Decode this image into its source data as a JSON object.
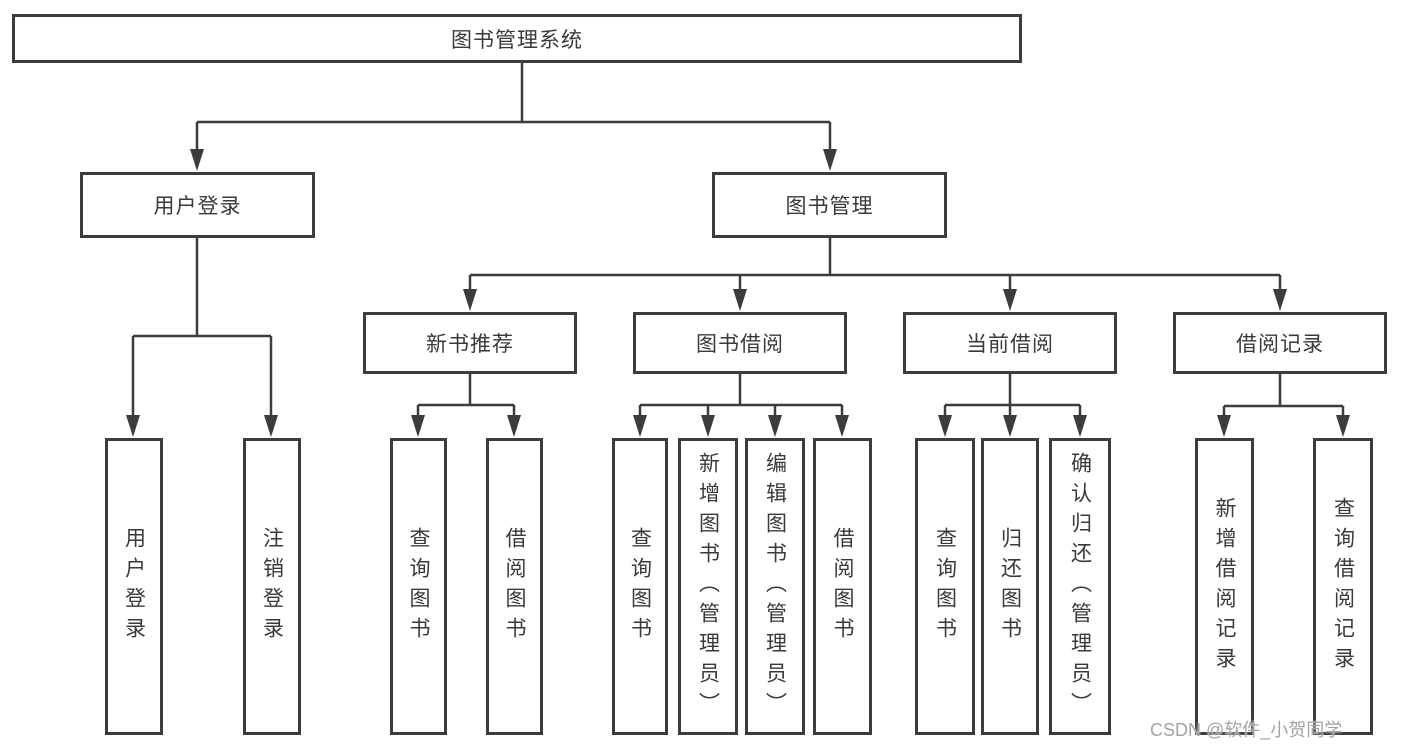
{
  "diagram": {
    "root": "图书管理系统",
    "level2": {
      "user_login": "用户登录",
      "book_management": "图书管理"
    },
    "level3": {
      "new_book_recommend": "新书推荐",
      "book_borrow": "图书借阅",
      "current_borrow": "当前借阅",
      "borrow_records": "借阅记录"
    },
    "leaves": {
      "user_login_leaf": "用户登录",
      "logout": "注销登录",
      "nb_query_books": "查询图书",
      "nb_borrow_books": "借阅图书",
      "bb_query_books": "查询图书",
      "bb_add_books": "新增图书（管理员）",
      "bb_edit_books": "编辑图书（管理员）",
      "bb_borrow_books": "借阅图书",
      "cb_query_books": "查询图书",
      "cb_return_books": "归还图书",
      "cb_confirm_return": "确认归还（管理员）",
      "br_add_record": "新增借阅记录",
      "br_query_record": "查询借阅记录"
    }
  },
  "watermark": "CSDN @软件_小贺同学",
  "colors": {
    "line": "#3c3c3c",
    "box_border": "#3c3c3c",
    "text": "#3a3a3a",
    "watermark": "#a3a3a3",
    "background": "#ffffff"
  }
}
